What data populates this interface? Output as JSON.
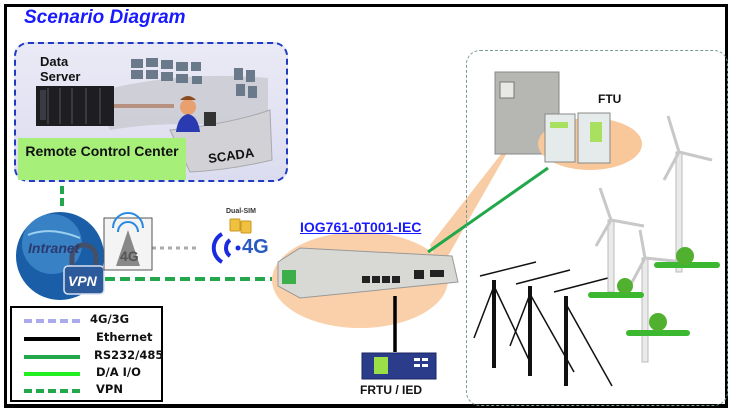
{
  "title": "Scenario Diagram",
  "remote_control_center": {
    "data_server_label": "Data Server",
    "banner_label": "Remote Control Center",
    "scada_label": "SCADA"
  },
  "network": {
    "intranet_label": "Intranet",
    "vpn_label": "VPN",
    "cell_tower_label": "4G",
    "modem_badge": "4G",
    "dual_sim_label": "Dual-SIM"
  },
  "device": {
    "model_link": "IOG761-0T001-IEC"
  },
  "field": {
    "ftu_label": "FTU",
    "frtu_label": "FRTU / IED"
  },
  "legend": {
    "items": [
      {
        "label": "4G/3G",
        "color": "#aaaaee",
        "style": "dashed"
      },
      {
        "label": "Ethernet",
        "color": "#000000",
        "style": "solid"
      },
      {
        "label": "RS232/485",
        "color": "#22a84a",
        "style": "solid"
      },
      {
        "label": "D/A I/O",
        "color": "#22ee22",
        "style": "solid"
      },
      {
        "label": "VPN",
        "color": "#22a84a",
        "style": "dashed"
      }
    ]
  },
  "colors": {
    "title": "#1a1aff",
    "rcc_border": "#1f3cc0",
    "banner": "#a6f07a",
    "vpn_line": "#22a84a",
    "link_4g": "#999999"
  }
}
